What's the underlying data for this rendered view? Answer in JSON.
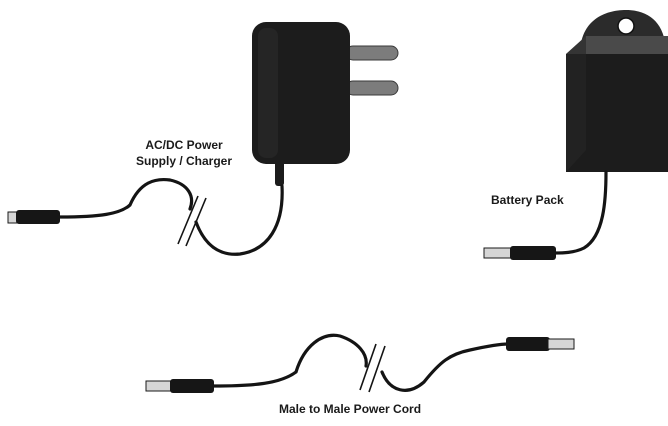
{
  "labels": {
    "charger_line1": "AC/DC Power",
    "charger_line2": "Supply / Charger",
    "battery": "Battery Pack",
    "cord": "Male to Male Power Cord"
  },
  "colors": {
    "device_dark": "#1c1c1c",
    "device_top": "#3a3a3a",
    "prong": "#7c7c7c",
    "cable": "#141414",
    "plug_tip": "#d6d6d6"
  },
  "icons": [
    "ac-dc-adapter",
    "battery-pack",
    "barrel-plug",
    "cable-break-mark"
  ]
}
